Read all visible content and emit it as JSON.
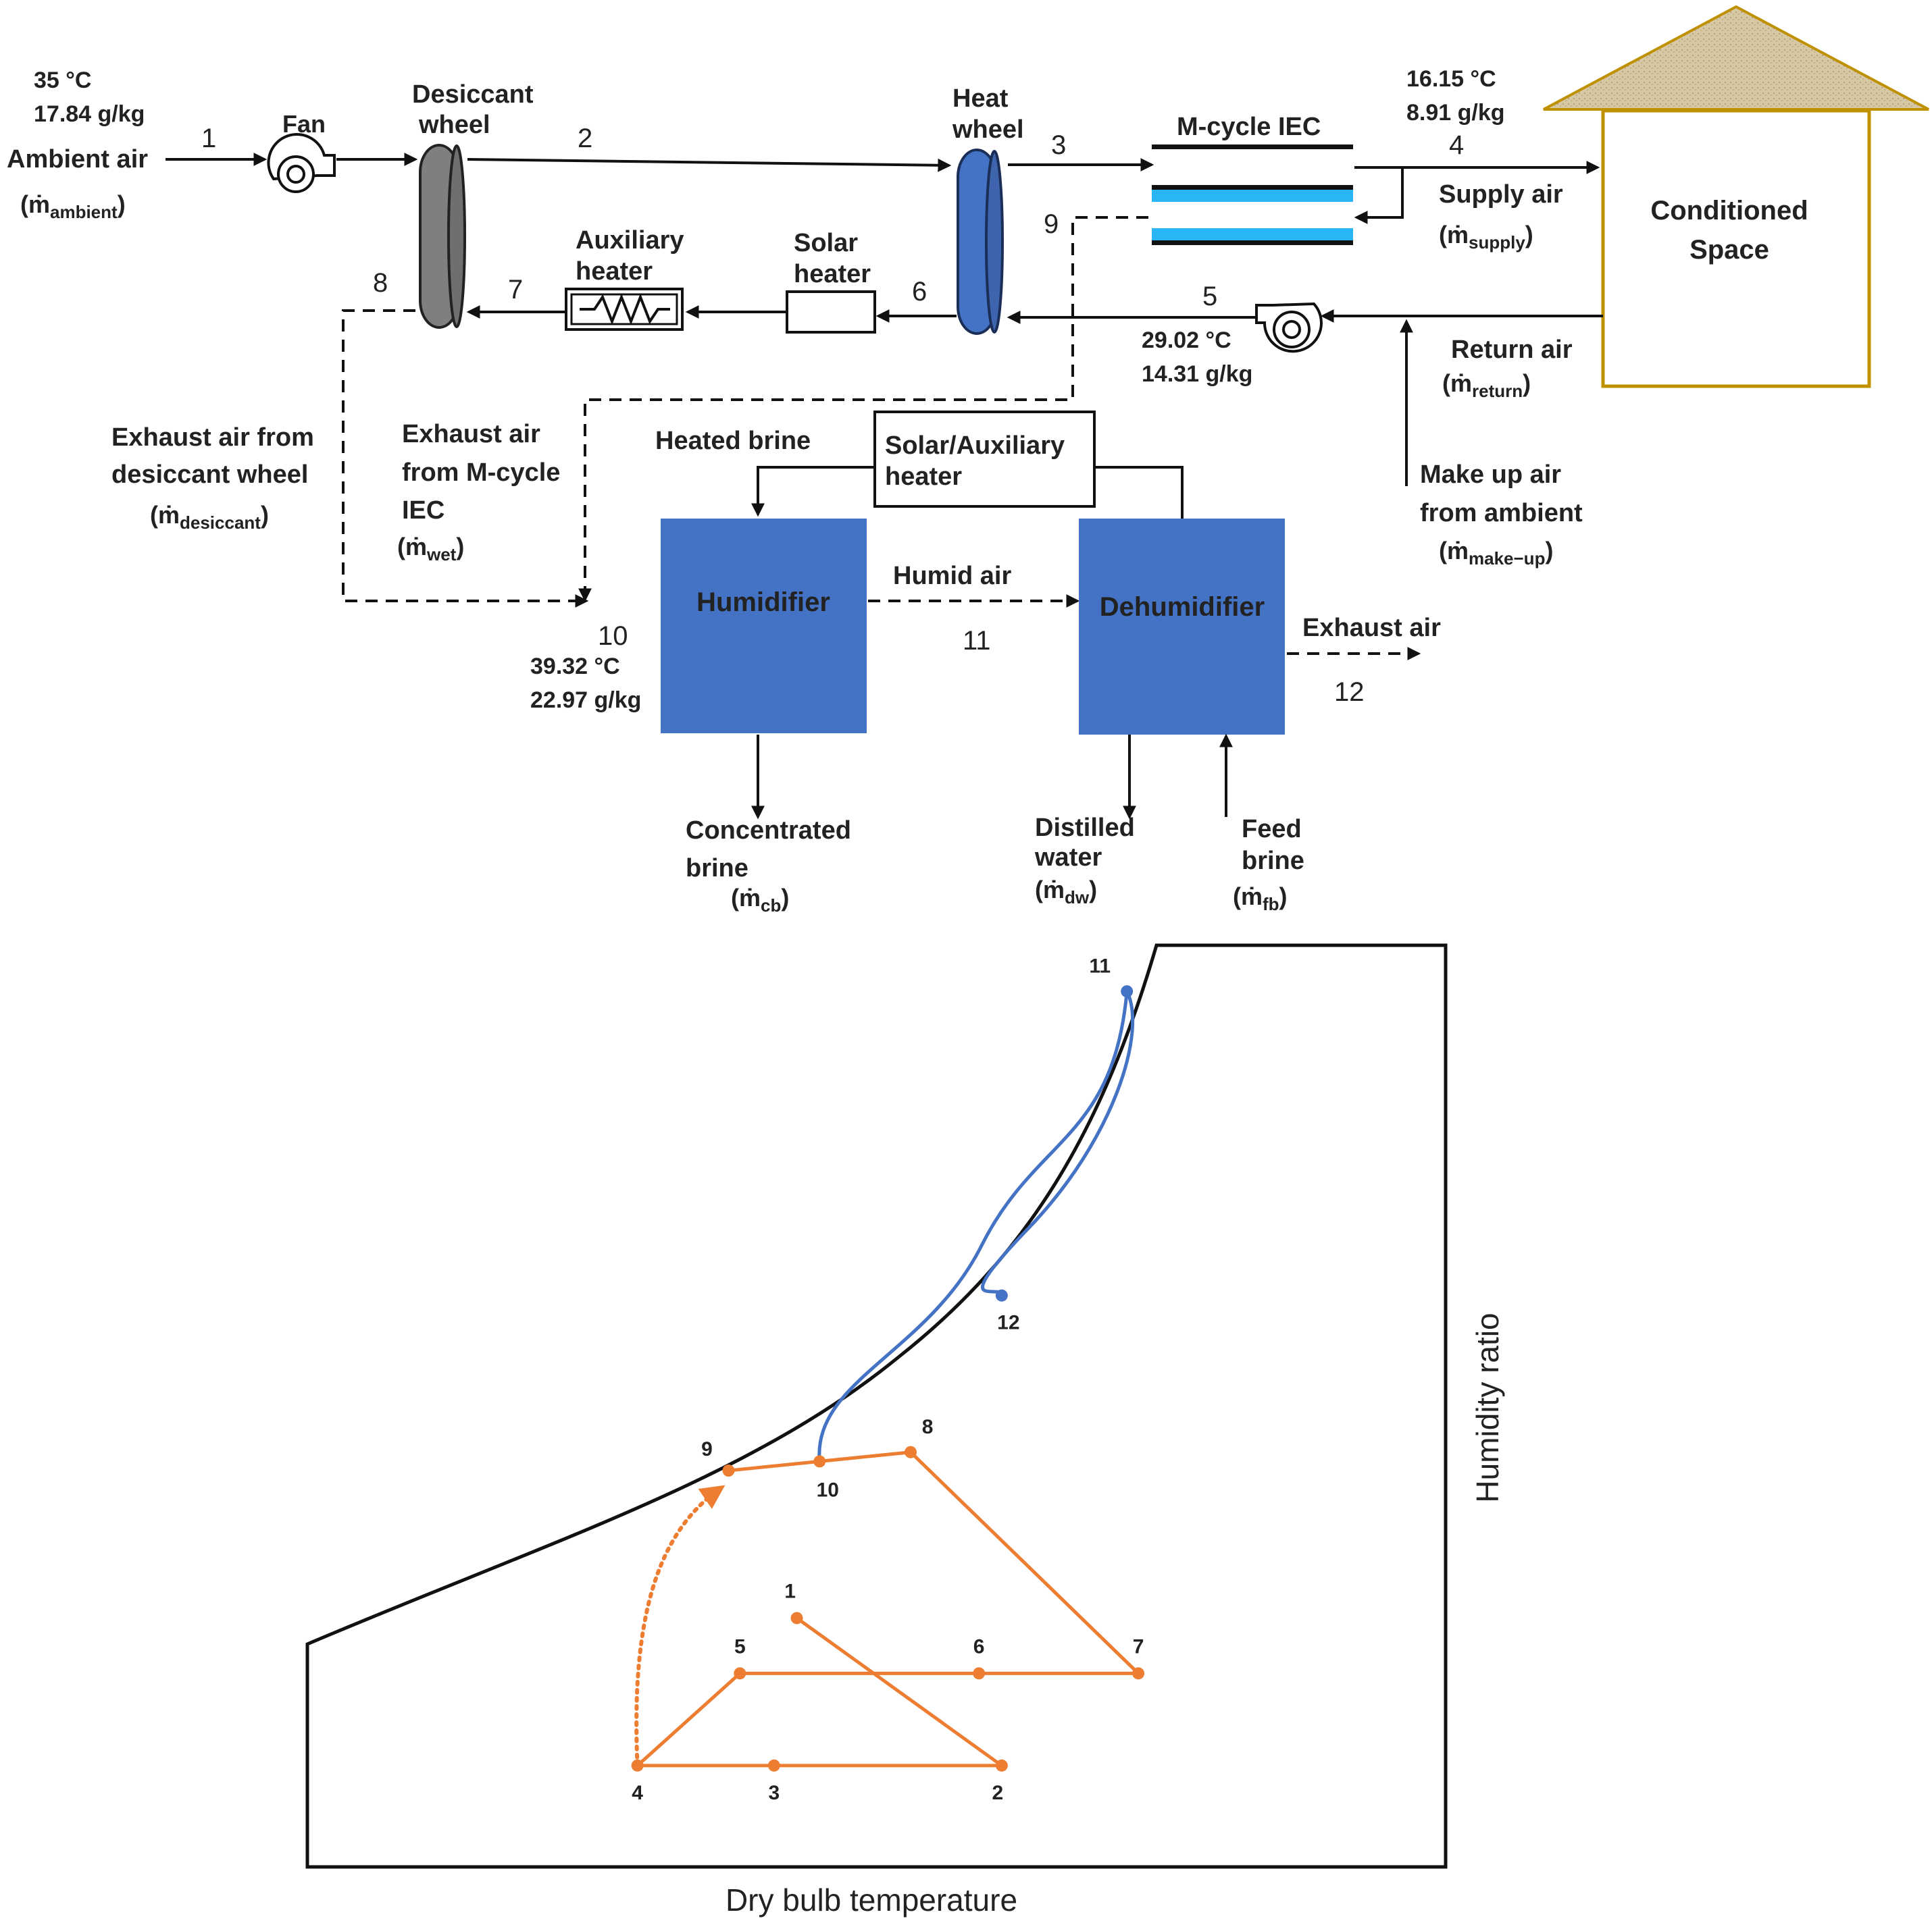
{
  "ambient": {
    "temp": "35 °C",
    "humidity": "17.84 g/kg",
    "label": "Ambient air",
    "flow": "(ṁ",
    "flow_sub": "ambient",
    "flow_close": ")"
  },
  "components": {
    "fan": "Fan",
    "desiccant_wheel": [
      "Desiccant",
      "wheel"
    ],
    "heat_wheel": [
      "Heat",
      "wheel"
    ],
    "m_cycle": "M-cycle IEC",
    "auxiliary_heater": [
      "Auxiliary",
      "heater"
    ],
    "solar_heater": [
      "Solar",
      "heater"
    ],
    "solar_aux_heater": [
      "Solar/Auxiliary",
      "heater"
    ],
    "humidifier": "Humidifier",
    "dehumidifier": "Dehumidifier",
    "conditioned_space": [
      "Conditioned",
      "Space"
    ]
  },
  "supply": {
    "temp": "16.15 °C",
    "humidity": "8.91 g/kg",
    "label": "Supply air",
    "flow": "(ṁ",
    "flow_sub": "supply",
    "flow_close": ")"
  },
  "return_state": {
    "temp": "29.02 °C",
    "humidity": "14.31 g/kg"
  },
  "return_air": {
    "label": "Return air",
    "flow": "(ṁ",
    "flow_sub": "return",
    "flow_close": ")"
  },
  "make_up": {
    "line1": "Make up air",
    "line2": "from ambient",
    "flow": "(ṁ",
    "flow_sub": "make−up",
    "flow_close": ")"
  },
  "exhaust_desiccant": {
    "line1": "Exhaust air from",
    "line2": "desiccant wheel",
    "flow": "(ṁ",
    "flow_sub": "desiccant",
    "flow_close": ")"
  },
  "exhaust_mcycle": {
    "line1": "Exhaust air",
    "line2": "from M-cycle",
    "line3": "IEC",
    "flow": "(ṁ",
    "flow_sub": "wet",
    "flow_close": ")"
  },
  "heated_brine": "Heated brine",
  "humid_air": "Humid air",
  "exhaust_air": "Exhaust air",
  "state10": {
    "temp": "39.32 °C",
    "humidity": "22.97 g/kg"
  },
  "concentrated_brine": {
    "line1": "Concentrated",
    "line2": "brine",
    "flow": "(ṁ",
    "flow_sub": "cb",
    "flow_close": ")"
  },
  "distilled_water": {
    "line1": "Distilled",
    "line2": "water",
    "flow": "(ṁ",
    "flow_sub": "dw",
    "flow_close": ")"
  },
  "feed_brine": {
    "line1": "Feed",
    "line2": "brine",
    "flow": "(ṁ",
    "flow_sub": "fb",
    "flow_close": ")"
  },
  "state_numbers": [
    "1",
    "2",
    "3",
    "4",
    "5",
    "6",
    "7",
    "8",
    "9",
    "10",
    "11",
    "12"
  ],
  "chart_data": {
    "type": "scatter",
    "title": "",
    "xlabel": "Dry bulb temperature",
    "ylabel": "Humidity ratio",
    "axis_ticks": "none",
    "grid": false,
    "saturation_curve": true,
    "points": [
      {
        "label": "1",
        "x": 0.43,
        "y": 0.27
      },
      {
        "label": "2",
        "x": 0.61,
        "y": 0.11
      },
      {
        "label": "3",
        "x": 0.41,
        "y": 0.11
      },
      {
        "label": "4",
        "x": 0.29,
        "y": 0.11
      },
      {
        "label": "5",
        "x": 0.38,
        "y": 0.21
      },
      {
        "label": "6",
        "x": 0.59,
        "y": 0.21
      },
      {
        "label": "7",
        "x": 0.73,
        "y": 0.21
      },
      {
        "label": "8",
        "x": 0.53,
        "y": 0.45
      },
      {
        "label": "9",
        "x": 0.37,
        "y": 0.43
      },
      {
        "label": "10",
        "x": 0.45,
        "y": 0.44
      },
      {
        "label": "11",
        "x": 0.72,
        "y": 0.95
      },
      {
        "label": "12",
        "x": 0.61,
        "y": 0.62
      }
    ],
    "paths": [
      {
        "from": "1",
        "to": "2",
        "style": "solid",
        "color": "#ED7D31"
      },
      {
        "from": "2",
        "to": "3",
        "style": "solid",
        "color": "#ED7D31"
      },
      {
        "from": "3",
        "to": "4",
        "style": "solid",
        "color": "#ED7D31"
      },
      {
        "from": "4",
        "to": "5",
        "style": "solid",
        "color": "#ED7D31"
      },
      {
        "from": "5",
        "to": "6",
        "style": "solid",
        "color": "#ED7D31"
      },
      {
        "from": "6",
        "to": "7",
        "style": "solid",
        "color": "#ED7D31"
      },
      {
        "from": "7",
        "to": "8",
        "style": "solid",
        "color": "#ED7D31"
      },
      {
        "from": "8",
        "to": "10",
        "style": "solid",
        "color": "#ED7D31"
      },
      {
        "from": "10",
        "to": "9",
        "style": "solid",
        "color": "#ED7D31"
      },
      {
        "from": "4",
        "to": "9",
        "style": "dotted",
        "color": "#ED7D31"
      },
      {
        "from": "10",
        "to": "11",
        "style": "solid",
        "color": "#4472C4"
      },
      {
        "from": "11",
        "to": "12",
        "style": "solid",
        "color": "#4472C4"
      }
    ]
  },
  "colors": {
    "orange": "#ED7D31",
    "blue_process": "#4472C4",
    "box_blue": "#4472C4",
    "heat_wheel": "#4472C4",
    "desiccant_wheel": "#7F7F7F",
    "iec_channel": "#29B6F6",
    "house_border": "#BF9000",
    "roof": "#D9C9A8"
  }
}
